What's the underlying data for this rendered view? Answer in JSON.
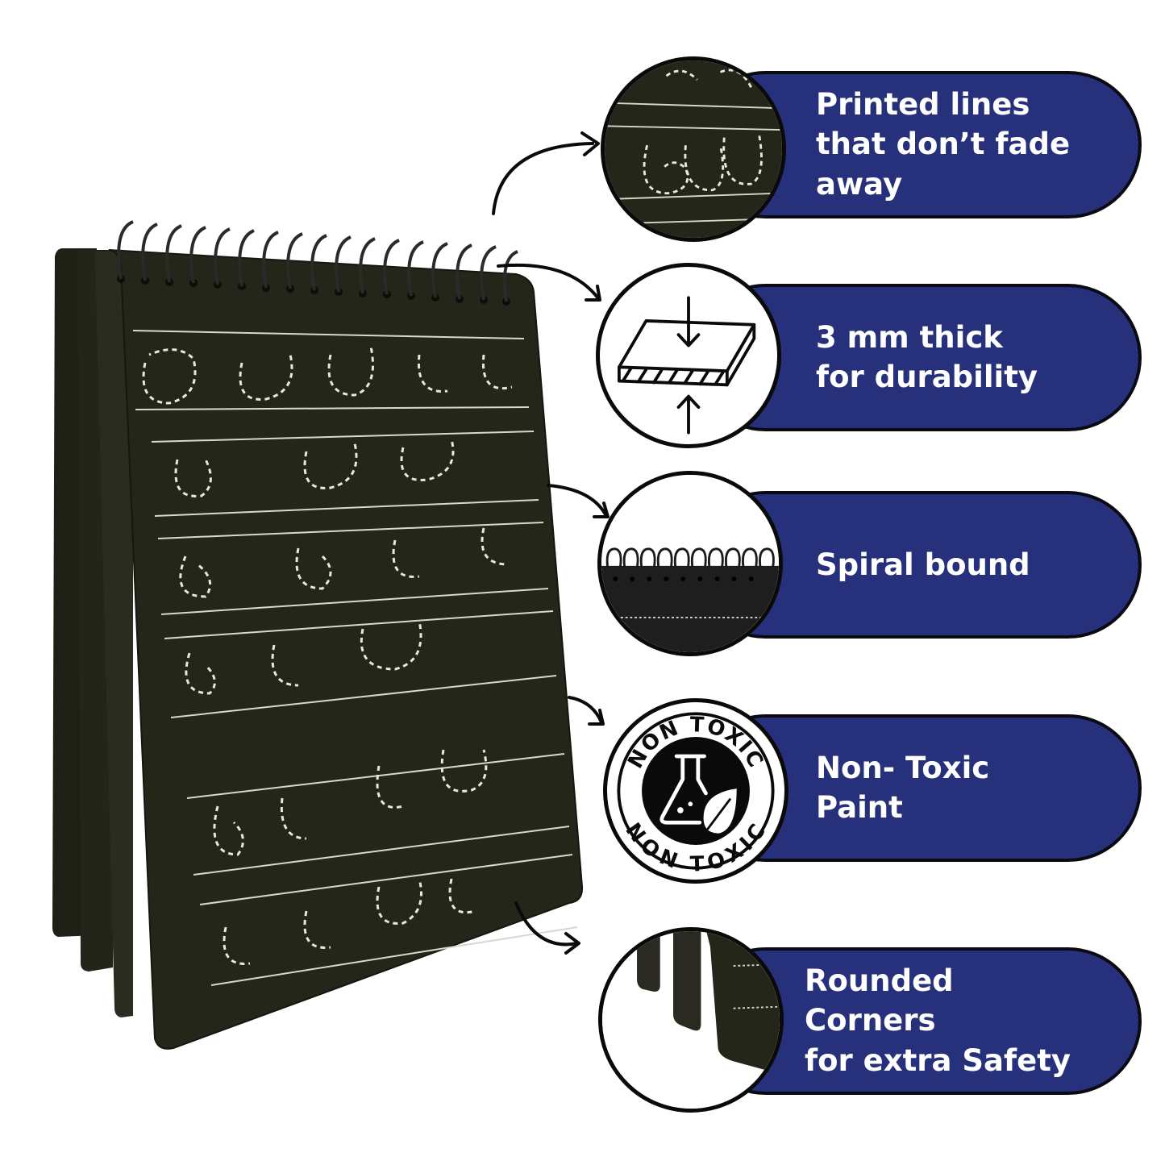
{
  "features": [
    {
      "id": "printed-lines",
      "icon": "dashed-letter-closeup-icon",
      "lines": [
        "Printed lines",
        "that don’t fade",
        "away"
      ]
    },
    {
      "id": "thickness",
      "icon": "board-thickness-icon",
      "lines": [
        "3 mm thick",
        "for durability"
      ]
    },
    {
      "id": "spiral",
      "icon": "spiral-binding-closeup-icon",
      "lines": [
        "Spiral bound"
      ]
    },
    {
      "id": "non-toxic",
      "icon": "non-toxic-badge-icon",
      "lines": [
        "Non- Toxic",
        "Paint"
      ]
    },
    {
      "id": "rounded",
      "icon": "rounded-corners-closeup-icon",
      "lines": [
        "Rounded",
        "Corners",
        "for extra Safety"
      ]
    }
  ],
  "badge": {
    "top_text": "NON TOXIC",
    "bottom_text": "NON TOXIC"
  },
  "colors": {
    "pill": "#27307a",
    "board": "#25261a",
    "outline": "#0a0a0a",
    "text": "#ffffff"
  }
}
